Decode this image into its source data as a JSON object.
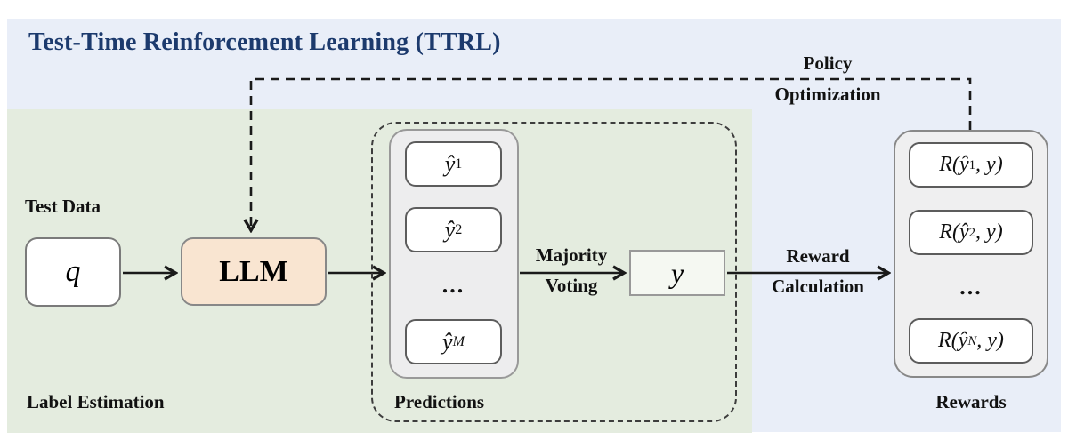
{
  "title": "Test-Time Reinforcement Learning (TTRL)",
  "colors": {
    "title_text": "#1c3a6d",
    "background_blue": "#e9eef8",
    "background_green": "#e4ecdf",
    "llm_fill": "#f9e5d1",
    "container_gray": "#ededee",
    "line_black": "#1a1a1a"
  },
  "labels": {
    "test_data": "Test Data",
    "label_estimation": "Label Estimation",
    "predictions": "Predictions",
    "rewards": "Rewards",
    "policy": {
      "line1": "Policy",
      "line2": "Optimization"
    },
    "majority": {
      "line1": "Majority",
      "line2": "Voting"
    },
    "reward_calc": {
      "line1": "Reward",
      "line2": "Calculation"
    }
  },
  "nodes": {
    "query": {
      "label": "q"
    },
    "llm": {
      "label": "LLM"
    },
    "vote_result": {
      "label": "y"
    }
  },
  "predictions": {
    "boxes": [
      {
        "base": "ŷ",
        "sub": "1"
      },
      {
        "base": "ŷ",
        "sub": "2"
      },
      {
        "base": "ŷ",
        "sub": "M"
      }
    ],
    "ellipsis": "..."
  },
  "rewards": {
    "boxes": [
      {
        "pre": "R(ŷ",
        "sub": "1",
        "post": ", y)"
      },
      {
        "pre": "R(ŷ",
        "sub": "2",
        "post": ", y)"
      },
      {
        "pre": "R(ŷ",
        "sub": "N",
        "post": ", y)"
      }
    ],
    "ellipsis": "..."
  }
}
